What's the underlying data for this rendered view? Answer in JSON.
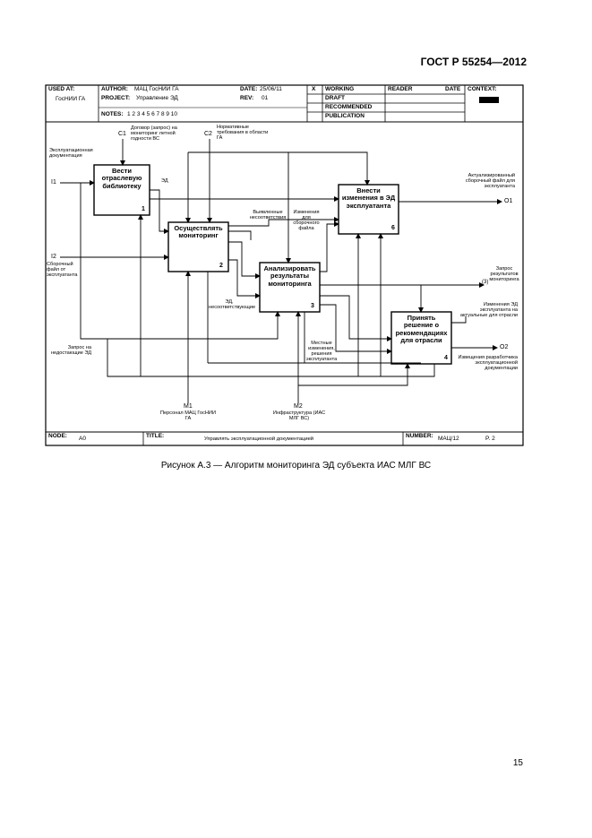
{
  "standard": "ГОСТ Р 55254—2012",
  "header": {
    "used_at_label": "USED AT:",
    "used_at_value": "ГосНИИ ГА",
    "author_label": "AUTHOR:",
    "author_value": "МАЦ ГосНИИ ГА",
    "project_label": "PROJECT:",
    "project_value": "Управление ЭД",
    "date_label": "DATE:",
    "date_value": "25/06/11",
    "rev_label": "REV:",
    "rev_value": "01",
    "notes_label": "NOTES:",
    "notes_value": "1 2 3 4 5 6 7 8 9 10",
    "x_mark": "X",
    "working": "WORKING",
    "draft": "DRAFT",
    "recommended": "RECOMMENDED",
    "publication": "PUBLICATION",
    "reader": "READER",
    "reader_date": "DATE",
    "context": "CONTEXT:"
  },
  "boxes": [
    {
      "title": "Вести отраслевую библиотеку",
      "num": "1"
    },
    {
      "title": "Осуществлять мониторинг",
      "num": "2"
    },
    {
      "title": "Анализировать результаты мониторинга",
      "num": "3"
    },
    {
      "title": "Внести изменения в ЭД эксплуатанта",
      "num": "6"
    },
    {
      "title": "Принять решение о рекомендациях для отрасли",
      "num": "4"
    }
  ],
  "labels": {
    "c1": "C1",
    "c1_text": "Договор (запрос) на мониторинг летной годности ВС",
    "c2": "C2",
    "c2_text": "Нормативные требования в области ГА",
    "i1": "I1",
    "i1_text": "Эксплуатационная документация",
    "i2": "I2",
    "i2_text": "Сборочный файл от эксплуатанта",
    "ed": "ЭД",
    "found_issues": "Выявленные несоответствия",
    "changes_for_file": "Изменения для сборочного файла",
    "ed_not_matching": "ЭД, несоответствующие",
    "request_ed": "Запрос на недостающие ЭД",
    "local_changes": "Местные изменения, решения эксплуатанта",
    "o1": "O1",
    "o1_text": "Актуализированный сборочный файл для эксплуатанта",
    "o3_text": "Запрос результатов мониторинга",
    "o3_tag": "(3)",
    "changes_ed_text": "Изменения ЭД эксплуатанта на актуальные для отрасли",
    "o2": "O2",
    "o2_text": "Извещения разработчика эксплуатационной документации",
    "m1": "M1",
    "m1_text": "Персонал МАЦ ГосНИИ ГА",
    "m2": "M2",
    "m2_text": "Инфраструктура (ИАС МЛГ ВС)"
  },
  "footer": {
    "node_label": "NODE:",
    "node_value": "A0",
    "title_label": "TITLE:",
    "title_value": "Управлять эксплуатационной документацией",
    "number_label": "NUMBER:",
    "number_value": "МАЦ/12",
    "page_value": "P. 2"
  },
  "caption": "Рисунок А.3 — Алгоритм мониторинга ЭД субъекта ИАС МЛГ ВС",
  "page_number": "15"
}
